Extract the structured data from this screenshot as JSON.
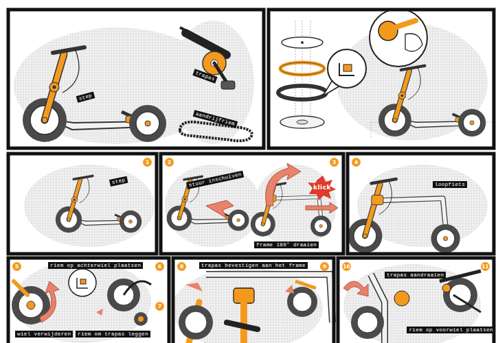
{
  "diagram": {
    "labels": [
      "step",
      "trapas",
      "aandrijfriem",
      "1",
      "step",
      "2",
      "stuur inschuiven",
      "3",
      "klick",
      "frame 180° draaien",
      "4",
      "loopfiets",
      "5",
      "riem op achterwiel plaatsen",
      "6",
      "wiel verwijderen",
      "7",
      "riem om trapas leggen",
      "8",
      "trapas bevestigen aan het frame",
      "9",
      "10",
      "trapas aandraaien",
      "11",
      "riem op voorwiel plaatsen"
    ]
  }
}
